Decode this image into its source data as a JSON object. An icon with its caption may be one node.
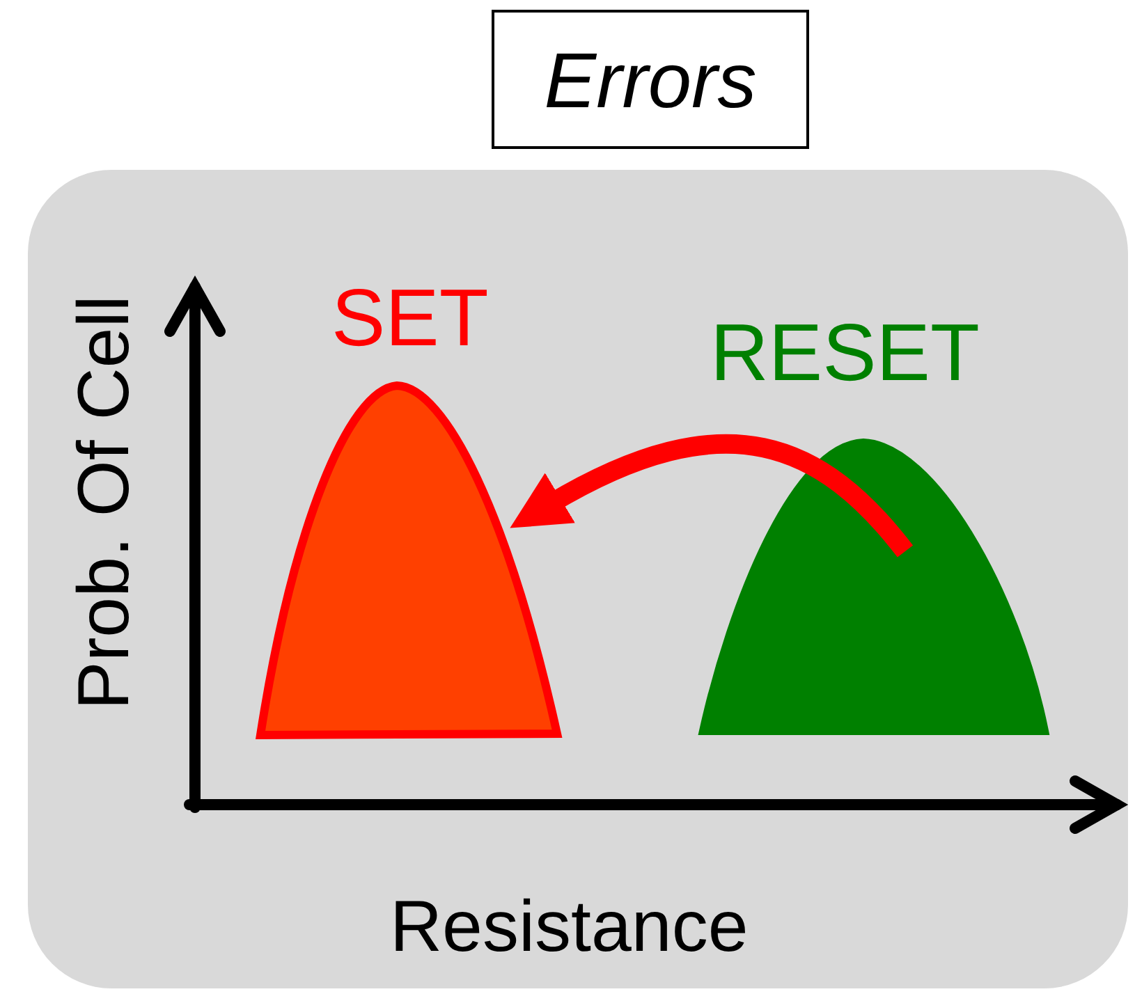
{
  "diagram": {
    "title": "Errors",
    "nodes": [
      {
        "text": [
          "SET"
        ]
      },
      {
        "text": [
          "RESET"
        ]
      }
    ],
    "edges": [
      {
        "from": 1,
        "to": 0,
        "arrow": "to"
      }
    ],
    "labels": [
      "Prob. Of Cell",
      "Resistance"
    ]
  }
}
